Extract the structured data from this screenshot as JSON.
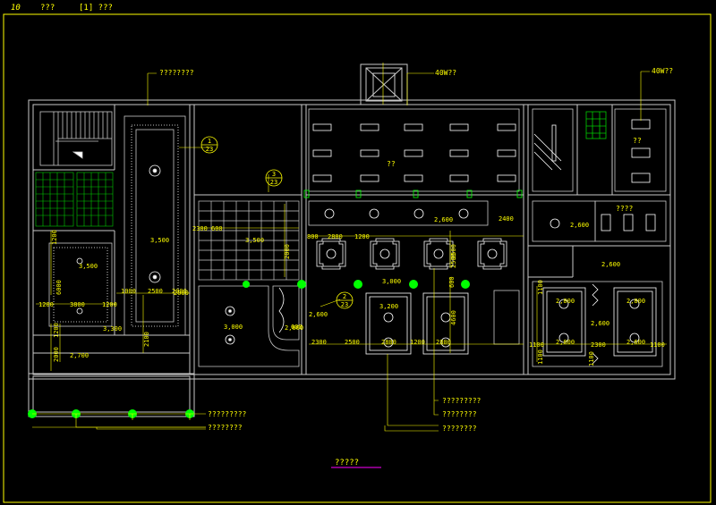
{
  "header": {
    "sheet_no": "10",
    "title_a": "???",
    "title_b": "[1] ???"
  },
  "colors": {
    "background": "#000000",
    "frame": "#ffff00",
    "wall": "#c8c8c8",
    "detail": "#00ff00",
    "dim": "#ffff00",
    "fixture": "#ffffff",
    "magenta": "#ff00ff"
  },
  "top_labels": {
    "lamp_left": "40W??",
    "lamp_right": "40W??",
    "note_left": "????????",
    "note_right_small": "??",
    "note_right_box": "????",
    "note_mid": "??"
  },
  "callouts": [
    {
      "num": "1",
      "sheet": "23"
    },
    {
      "num": "3",
      "sheet": "23"
    },
    {
      "num": "2",
      "sheet": "23"
    }
  ],
  "heights": [
    "3,500",
    "3,500",
    "2,700",
    "3,300",
    "3,500",
    "3,000",
    "2,600",
    "2,600",
    "3,000",
    "3,200",
    "2,600",
    "2,600",
    "2,600",
    "2,800",
    "2,800",
    "2,800",
    "2,600",
    "2,600"
  ],
  "dimensions": {
    "left": [
      "1200",
      "3800",
      "1200",
      "2000",
      "1200",
      "6000",
      "1000",
      "2500",
      "2000",
      "2100",
      "1200",
      "2000"
    ],
    "middle": [
      "2300",
      "600",
      "2000",
      "800",
      "2800",
      "1200",
      "2500",
      "2300",
      "2500",
      "2800",
      "1200",
      "2800",
      "2500",
      "4600",
      "600",
      "600",
      "2400"
    ],
    "right": [
      "1100",
      "2300",
      "1100",
      "1100",
      "1100",
      "1100"
    ]
  },
  "bottom_notes": [
    "?????????",
    "????????",
    "????????",
    "?????????",
    "????????"
  ],
  "sheet_title": "?????"
}
